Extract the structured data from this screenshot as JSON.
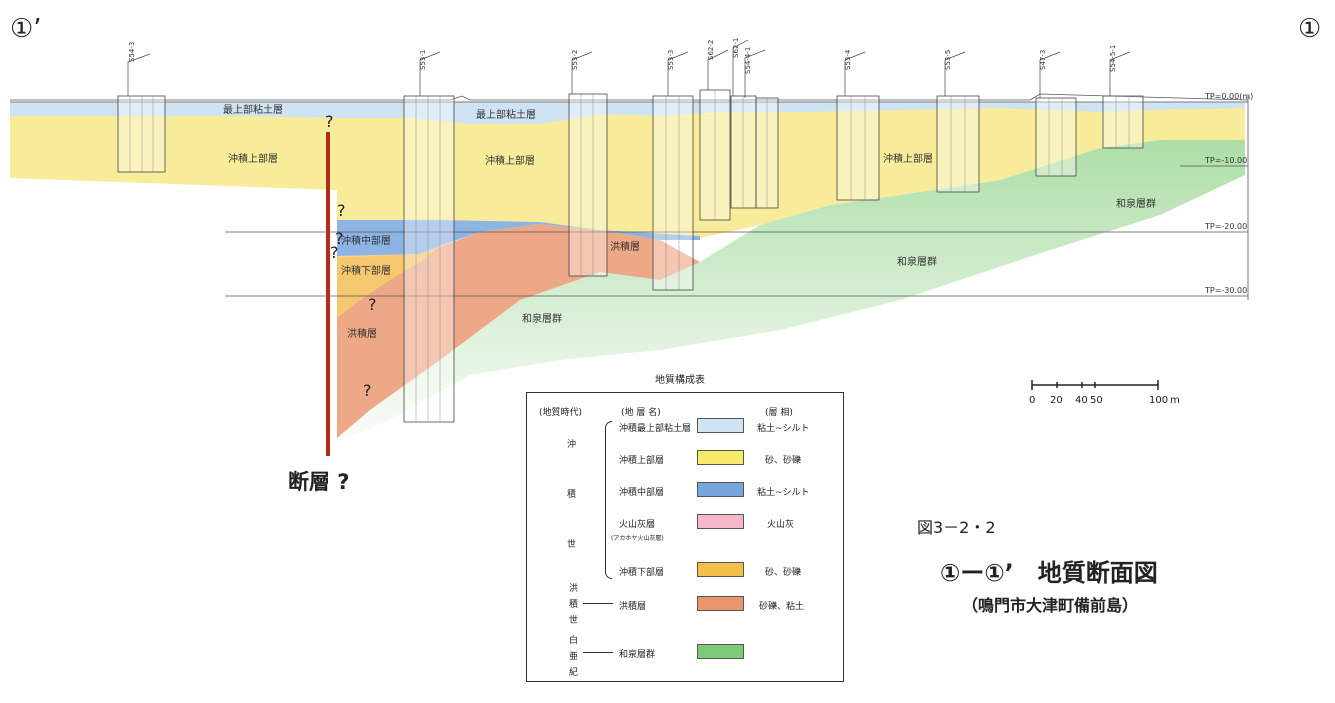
{
  "corners": {
    "left": "①’",
    "right": "①"
  },
  "boreholes": [
    "S54-3",
    "S53-1",
    "S53-2",
    "S53-3",
    "S62-2",
    "S62-1",
    "S54-4-1",
    "S53-4",
    "S53-5",
    "S47-3",
    "S54-5-1"
  ],
  "tp_levels": [
    "TP=0.00(m)",
    "TP=-10.00",
    "TP=-20.00",
    "TP=-30.00"
  ],
  "section_labels": {
    "top_clay_1": "最上部粘土層",
    "top_clay_2": "最上部粘土層",
    "upper_1": "沖積上部層",
    "upper_2": "沖積上部層",
    "upper_3": "沖積上部層",
    "middle": "沖積中部層",
    "lower": "沖積下部層",
    "pleist_1": "洪積層",
    "pleist_2": "洪積層",
    "izumi_1": "和泉層群",
    "izumi_2": "和泉層群",
    "izumi_3": "和泉層群"
  },
  "question_mark": "?",
  "fault_label": "断層 ?",
  "legend": {
    "title": "地質構成表",
    "headers": {
      "era": "(地質時代)",
      "name": "(地 層 名)",
      "facies": "(層 相)"
    },
    "era_chars": {
      "oki": "沖",
      "seki": "積",
      "sei": "世",
      "kou1": "洪",
      "kou2": "積",
      "kou3": "世",
      "haku1": "白",
      "haku2": "亜",
      "haku3": "紀"
    },
    "rows": [
      {
        "name": "沖積最上部粘土層",
        "facies": "粘土~シルト",
        "color": "#cfe3f3"
      },
      {
        "name": "沖積上部層",
        "facies": "砂、砂礫",
        "color": "#f7ea6a"
      },
      {
        "name": "沖積中部層",
        "facies": "粘土~シルト",
        "color": "#78a6dc"
      },
      {
        "name": "火山灰層",
        "sub": "(アカホヤ火山灰層)",
        "facies": "火山灰",
        "color": "#f6b8c8"
      },
      {
        "name": "沖積下部層",
        "facies": "砂、砂礫",
        "color": "#f4c04a"
      },
      {
        "name": "洪積層",
        "facies": "砂礫、粘土",
        "color": "#e9966a"
      },
      {
        "name": "和泉層群",
        "facies": "",
        "color": "#7ec97a"
      }
    ]
  },
  "scale": {
    "ticks": [
      "0",
      "20",
      "40",
      "50",
      "100"
    ],
    "unit": "m"
  },
  "figure": {
    "number": "図3－2・2",
    "title": "①ー①’　地質断面図",
    "subtitle": "（鳴門市大津町備前島）"
  },
  "colors": {
    "top_clay": "#cfe3f3",
    "upper": "#f8ec9a",
    "middle": "#8db4e2",
    "lower": "#f6cd6a",
    "pleist": "#eba07a",
    "izumi": "#a9dca3",
    "fault": "#b52a1a"
  }
}
